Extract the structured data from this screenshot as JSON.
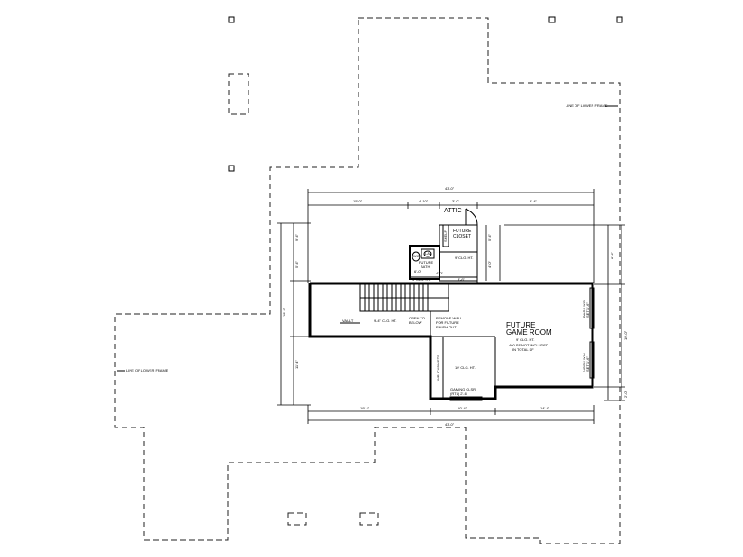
{
  "labels": {
    "line_of_lower_frame": "LINE OF LOWER FRAME",
    "attic": "ATTIC",
    "future_closet_1": "FUTURE",
    "future_closet_2": "CLOSET",
    "future_bath_1": "FUTURE",
    "future_bath_2": "BATH",
    "future_game_room_1": "FUTURE",
    "future_game_room_2": "GAME ROOM",
    "ceiling_note": "9' CLG. HT.",
    "sqft_note_1": "460 SF NOT INCLUDED",
    "sqft_note_2": "IN TOTAL SF",
    "vault": "VAULT",
    "clg_ht_left": "9'-4\" CLG. HT.",
    "open_to_below_1": "OPEN TO",
    "open_to_below_2": "BELOW",
    "remove_wall_1": "REMOVE WALL",
    "remove_wall_2": "FOR FUTURE",
    "remove_wall_3": "FINISH OUT",
    "clg_ht_lower": "10' CLG. HT.",
    "lower_cabinets": "LWR. CABINETS",
    "window_note_1": "GAMING CLSR",
    "window_note_2": "(RTL) 2'-6\"",
    "window_right_1": "BACK WIN",
    "window_right_2": "SET 1'-6\"",
    "window_right_3": "NOOK WIN",
    "window_right_4": "SET 1'-6\"",
    "shelf": "SHELF",
    "lav": "LAV",
    "wc": "WC",
    "clg_small_1": "9' CLG. HT.",
    "clg_small_2": "9' CLG. HT."
  },
  "dimensions": {
    "top_overall": "43'-0\"",
    "top_1": "15'-0\"",
    "top_2": "4'-10\"",
    "top_3": "3'-0\"",
    "top_4": "5'-4\"",
    "bottom_overall": "43'-0\"",
    "bottom_1": "19'-4\"",
    "bottom_2": "10'-4\"",
    "bottom_3": "14'-4\"",
    "left_overall": "18'-8\"",
    "left_1": "9'-4\"",
    "left_2": "5'-4\"",
    "left_3": "11'-4\"",
    "right_1": "8'-4\"",
    "right_2": "10'-0\"",
    "right_3": "2'-0\"",
    "mid_1": "5'-4\"",
    "mid_2": "4'-0\"",
    "mid_3": "4'-0\"",
    "mid_4": "3'-6\"",
    "bath_dim_1": "6'-0\"",
    "bath_dim_2": "3'-6\""
  },
  "colors": {
    "line": "#000000",
    "background": "#ffffff"
  }
}
